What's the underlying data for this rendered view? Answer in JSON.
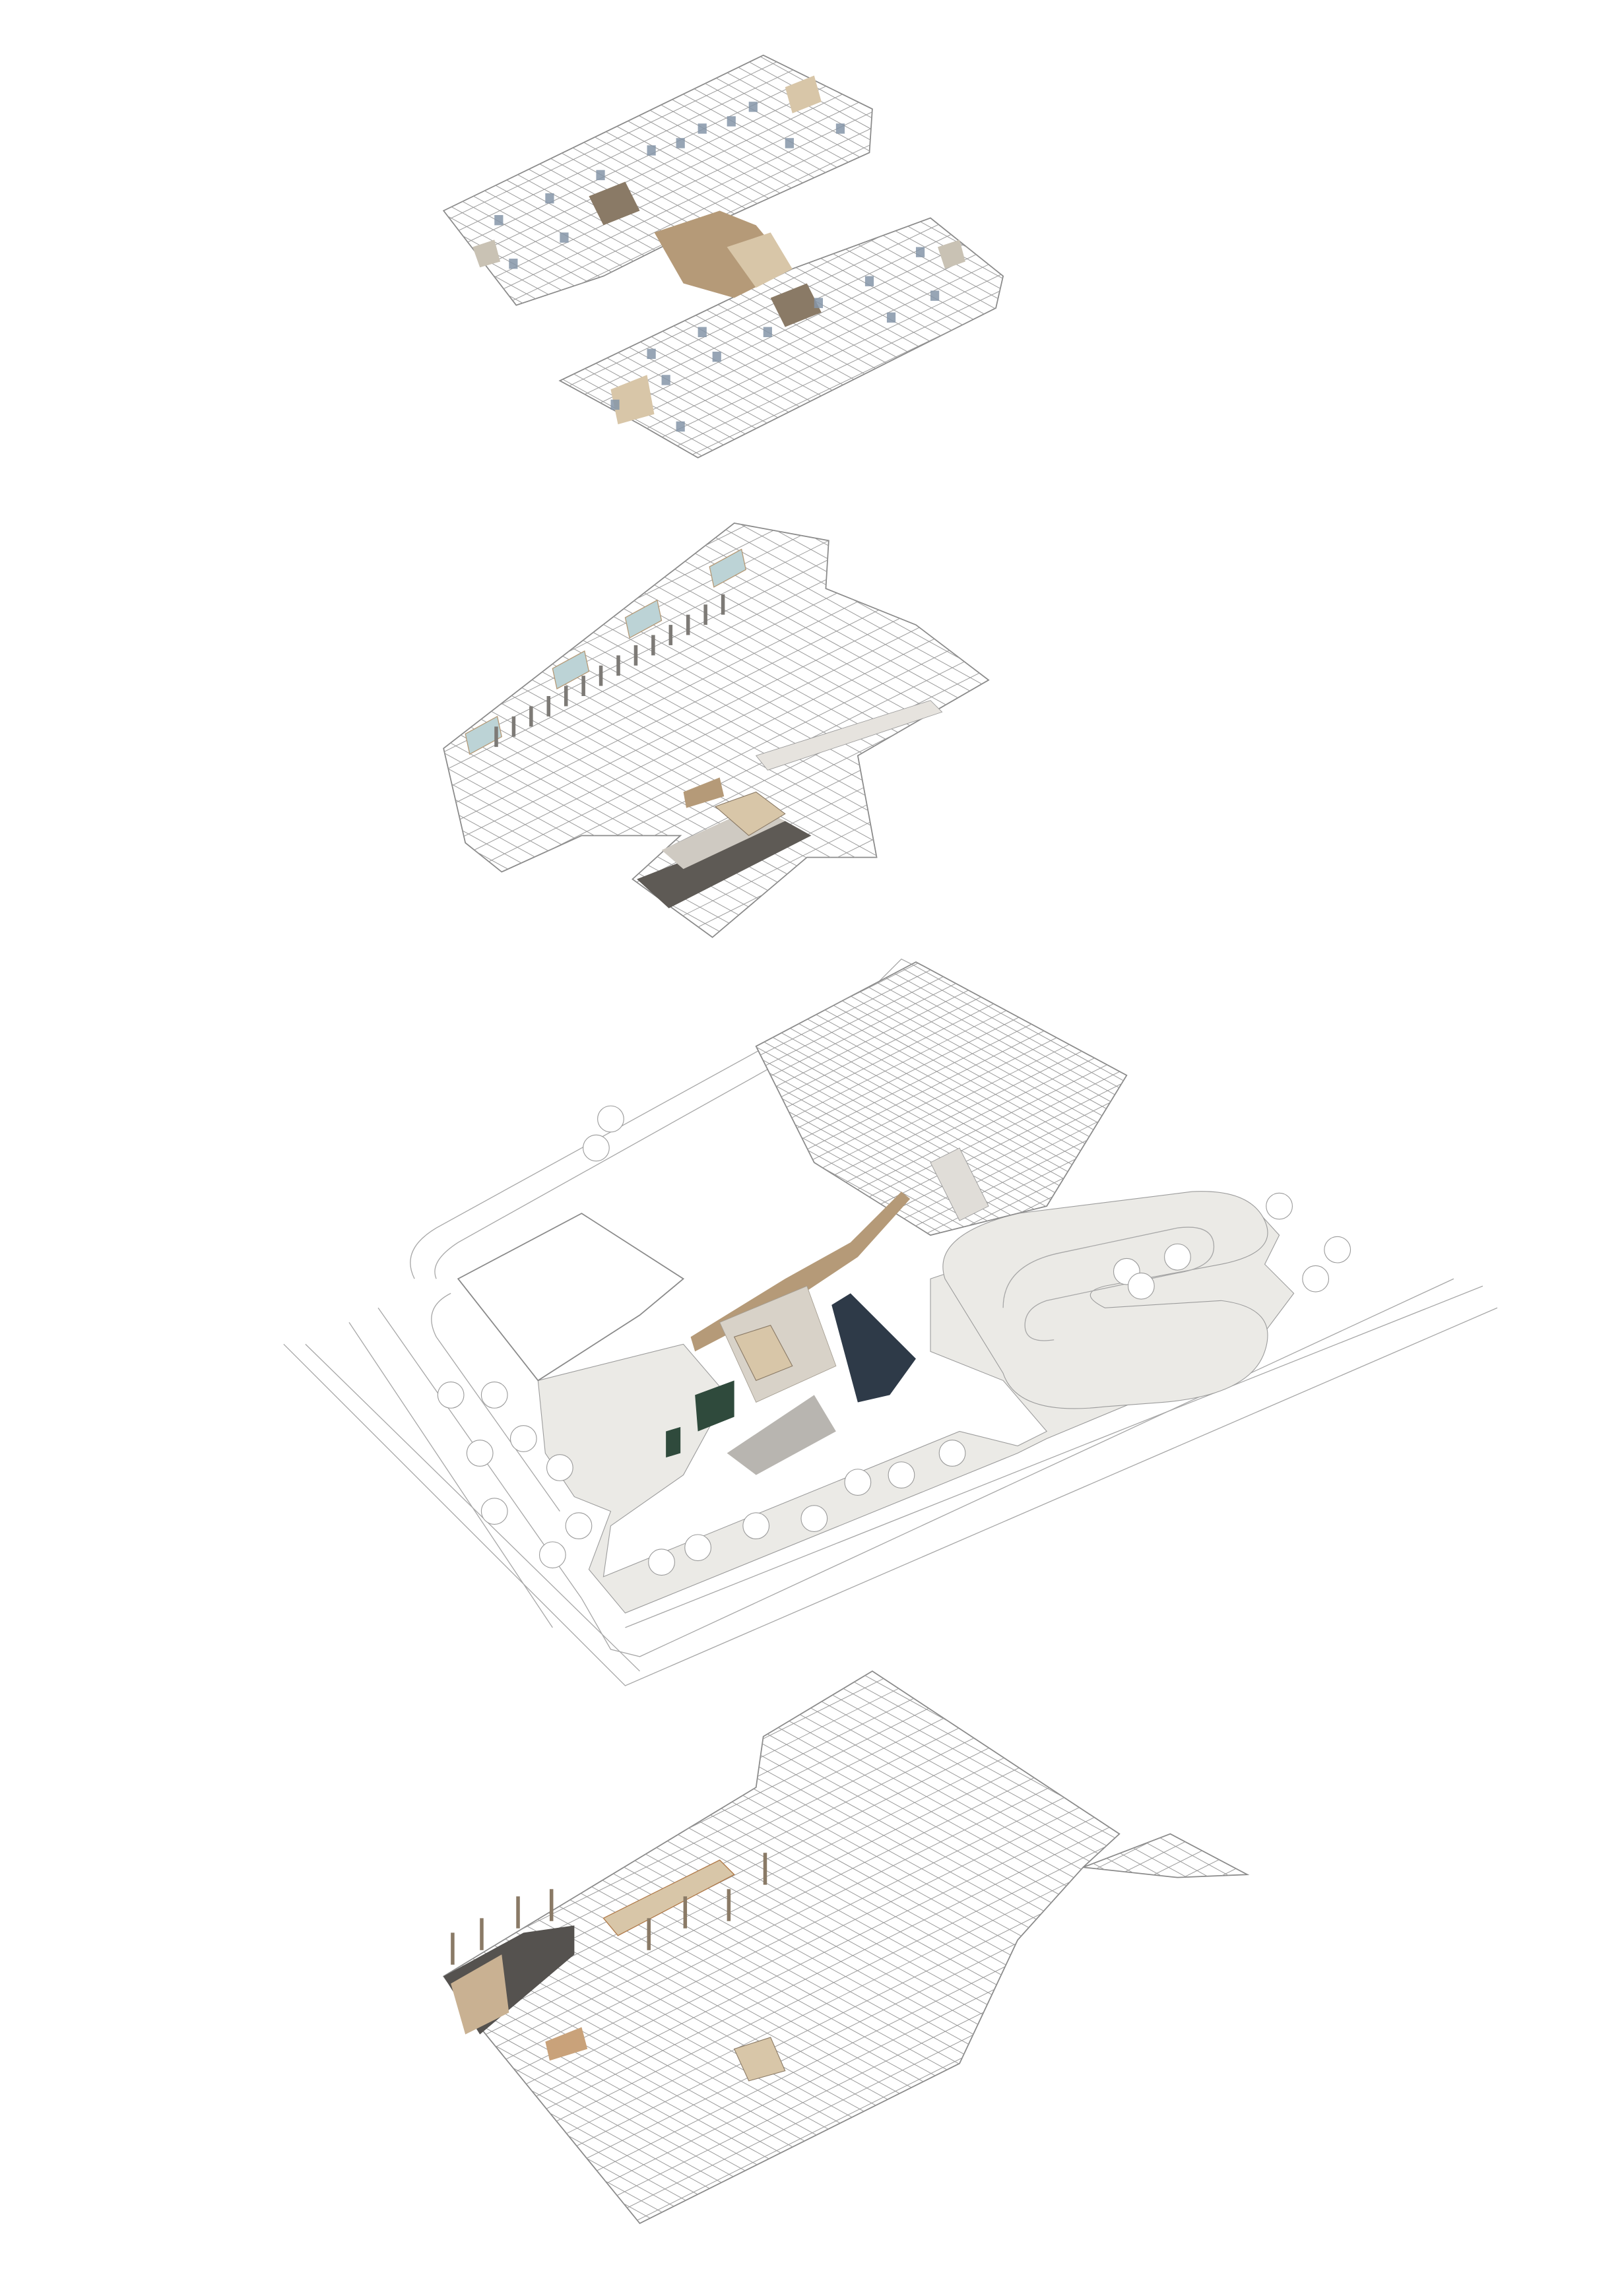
{
  "diagram": {
    "type": "exploded axonometric floor plans",
    "levels": [
      {
        "id": "upper-floor",
        "wings": 2
      },
      {
        "id": "first-floor"
      },
      {
        "id": "ground-floor-site"
      },
      {
        "id": "basement-floor"
      }
    ],
    "colors": {
      "background": "#ffffff",
      "linework": "#8a8a8a",
      "wood": "#b59a78",
      "wood_light": "#d8c6a8",
      "stone": "#cfcac2",
      "paving": "#ebeae6",
      "water_dark": "#2e3a48",
      "green_wall": "#2f4a3c",
      "glass": "#bcd3d6",
      "blue_grey": "#8595a8"
    }
  }
}
